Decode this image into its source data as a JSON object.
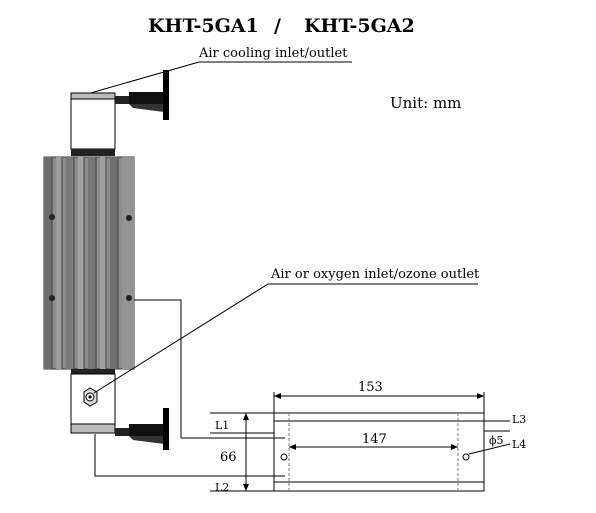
{
  "title": {
    "model_a": "KHT-5GA1",
    "separator": "/",
    "model_b": "KHT-5GA2"
  },
  "unit": "Unit: mm",
  "callouts": {
    "air_cooling": "Air cooling inlet/outlet",
    "ozone": "Air or oxygen inlet/ozone outlet"
  },
  "dimensions": {
    "width_outer": "153",
    "width_inner": "147",
    "height": "66",
    "l1": "L1",
    "l2": "L2",
    "l3": "L3",
    "l4": "L4",
    "hole": "ϕ5"
  },
  "colors": {
    "body": "#8a8a8a",
    "body_dark": "#5a5a5a",
    "line": "#000000"
  }
}
